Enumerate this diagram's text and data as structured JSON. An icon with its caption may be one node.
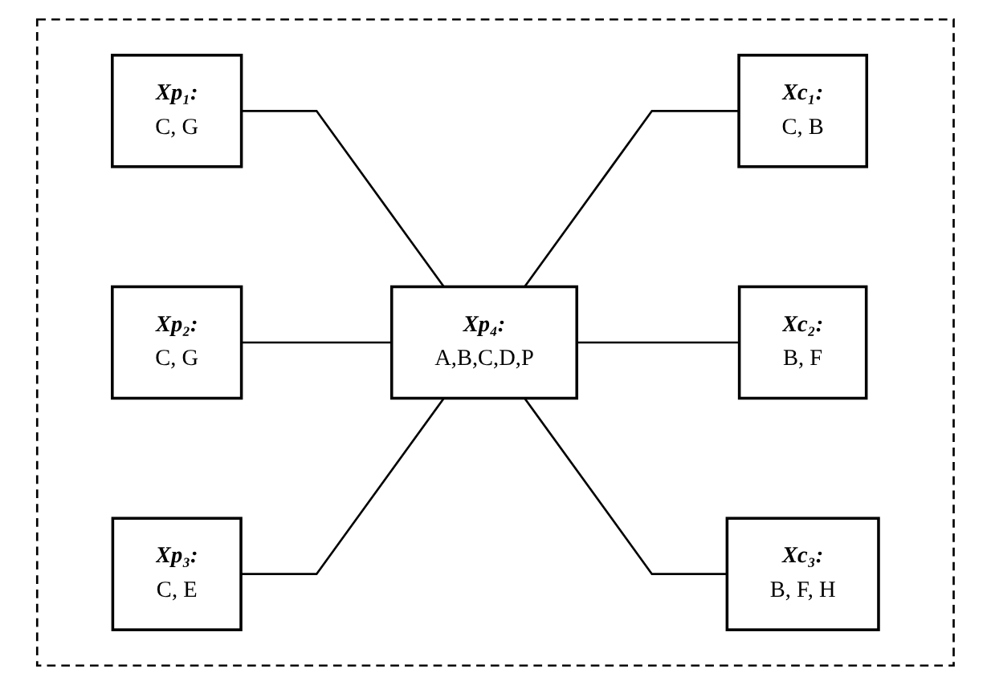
{
  "diagram": {
    "nodes": [
      {
        "text": [],
        "shape": "box"
      },
      {
        "text": [
          "Xp₁:",
          "C, G"
        ],
        "in": 0
      },
      {
        "text": [
          "Xp₂:",
          "C, G"
        ],
        "in": 0
      },
      {
        "text": [
          "Xp₃:",
          "C, E"
        ],
        "in": 0
      },
      {
        "text": [
          "Xp₄:",
          "A,B,C,D,P"
        ],
        "in": 0
      },
      {
        "text": [
          "Xc₁:",
          "C, B"
        ],
        "in": 0
      },
      {
        "text": [
          "Xc₂:",
          "B, F"
        ],
        "in": 0
      },
      {
        "text": [
          "Xc₃:",
          "B, F, H"
        ],
        "in": 0
      }
    ],
    "edges": [
      {
        "from": 1,
        "to": 4,
        "arrow": "none"
      },
      {
        "from": 2,
        "to": 4,
        "arrow": "none"
      },
      {
        "from": 3,
        "to": 4,
        "arrow": "none"
      },
      {
        "from": 4,
        "to": 5,
        "arrow": "none"
      },
      {
        "from": 4,
        "to": 6,
        "arrow": "none"
      },
      {
        "from": 4,
        "to": 7,
        "arrow": "none"
      }
    ]
  }
}
